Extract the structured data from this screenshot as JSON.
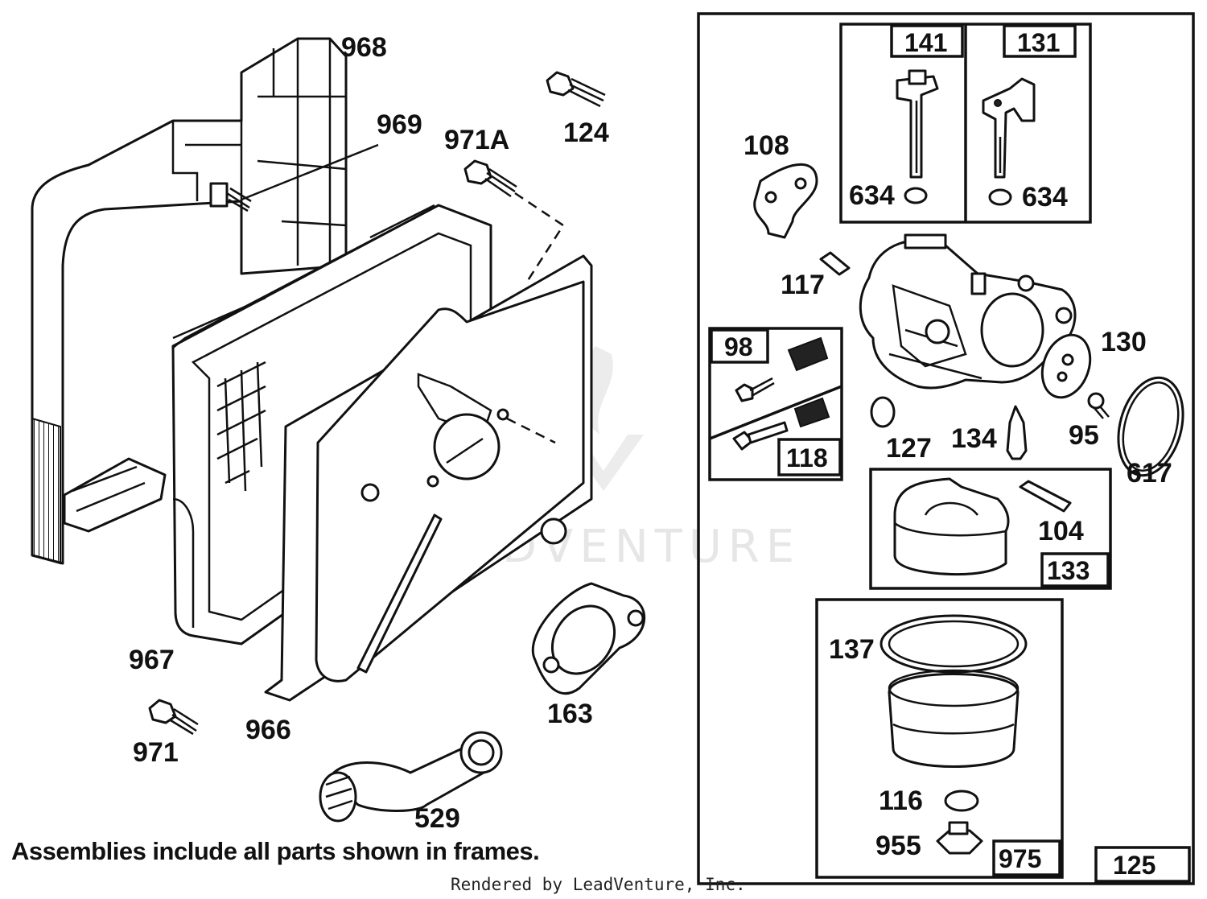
{
  "caption": "Assemblies include all parts shown in frames.",
  "credit": "Rendered by LeadVenture, Inc.",
  "watermark": "LEADVENTURE",
  "callouts": {
    "p968": "968",
    "p969": "969",
    "p971A": "971A",
    "p124": "124",
    "p967": "967",
    "p971": "971",
    "p966": "966",
    "p163": "163",
    "p529": "529",
    "p108": "108",
    "p117": "117",
    "p130": "130",
    "p127": "127",
    "p134": "134",
    "p95": "95",
    "p617": "617",
    "p104": "104",
    "p137": "137",
    "p116": "116",
    "p955": "955",
    "p634a": "634",
    "p634b": "634"
  },
  "frame_tags": {
    "f141": "141",
    "f131": "131",
    "f98": "98",
    "f118": "118",
    "f133": "133",
    "f975": "975",
    "f125": "125"
  }
}
